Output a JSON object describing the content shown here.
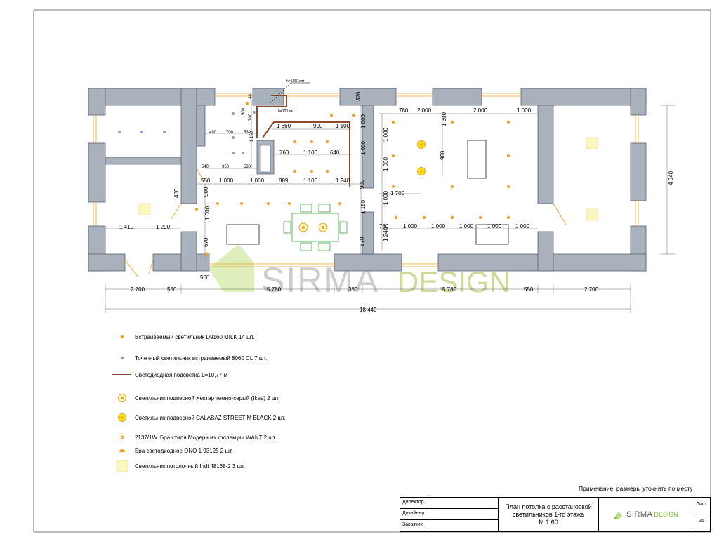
{
  "plan": {
    "dims_top": [
      "780",
      "2 000",
      "2 000",
      "1 000",
      "320",
      "1 660",
      "900",
      "1 100",
      "760",
      "1 100",
      "640",
      "1 300",
      "900"
    ],
    "dims_mid": [
      "550",
      "1 000",
      "1 000",
      "889",
      "1 100",
      "1 240",
      "1 700",
      "1 410",
      "1 290",
      "780",
      "1 000",
      "1 000",
      "1 000",
      "1 000",
      "1 000"
    ],
    "dims_small": [
      "490",
      "700",
      "530",
      "540",
      "950",
      "530",
      "140",
      "500",
      "700",
      "1 150",
      "400",
      "900",
      "1 000",
      "670",
      "1 000",
      "1 000",
      "900",
      "1 150",
      "670",
      "1 000",
      "1 000",
      "1 000",
      "1 240"
    ],
    "dims_bottom": [
      "2 700",
      "550",
      "5 780",
      "380",
      "5 780",
      "550",
      "2 700"
    ],
    "total_width": "18 440",
    "total_height": "4 940",
    "note_h1450": "h=1450 мм",
    "note_h100": "h=100 мм",
    "small_500": "500"
  },
  "watermark": {
    "brand1": "SIRMA",
    "brand2": "DESIGN"
  },
  "legend": [
    {
      "icon": "recessed-light-icon",
      "text": "Встраиваемый светильник D9160 MILK 14 шт."
    },
    {
      "icon": "spot-light-icon",
      "text": "Точечный светильник встраиваемый 8060 CL 7 шт."
    },
    {
      "icon": "led-strip-icon",
      "text": "Светодиодная подсветка L=10,77 м"
    },
    {
      "icon": "pendant-grey-icon",
      "text": "Светильник подвесной Хектар темно-серый (Ikea) 2 шт."
    },
    {
      "icon": "pendant-black-icon",
      "text": "Светильник подвесной CALABAZ STREET M BLACK 2 шт."
    },
    {
      "icon": "wall-sconce-icon",
      "text": "2137/1W. Бра стиля Модерн из коллекции WANT 2 шт."
    },
    {
      "icon": "led-sconce-icon",
      "text": "Бра светодиодное ONO 1 93125  2 шт."
    },
    {
      "icon": "ceiling-panel-icon",
      "text": "Светильник потолочный Indi 48168-2 3 шт."
    }
  ],
  "note": "Примечание: размеры уточнять по месту",
  "titleblock": {
    "roles": [
      "Директор",
      "Дизайнер",
      "Заказчик"
    ],
    "title_lines": [
      "План потолка с расстановкой",
      "светильников 1-го этажа",
      "М 1:60"
    ],
    "logo1": "SIRMA",
    "logo2": "DESIGN",
    "sheet_label": "Лист",
    "sheet_number": "25"
  },
  "colors": {
    "wall": "#a9b1bd",
    "wall_stroke": "#5a6270",
    "orange": "#f0a020",
    "blue": "#8aa0d0",
    "led": "#8b4a2a",
    "green": "#3aa23a",
    "yellow": "#f4e418",
    "panel": "#fbf7c0",
    "wm_green": "#d8ecb0",
    "wm_grey": "#c8c8c8",
    "wm_olive": "#c8d890"
  }
}
